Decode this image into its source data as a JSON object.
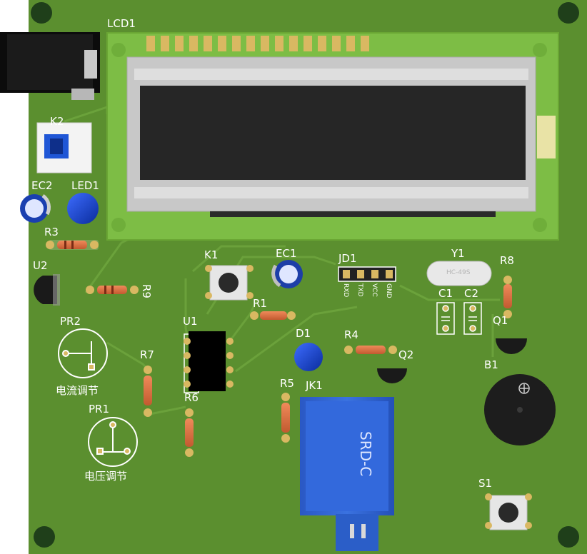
{
  "colors": {
    "board": "#5a8f2e",
    "board_dark": "#4e7f26",
    "trace": "#6aa23a",
    "silk": "#ffffff",
    "lcd_pcb": "#7bbf44",
    "lcd_frame": "#c9c9c9",
    "lcd_glass": "#262626",
    "relay": "#2f62d0",
    "led_blue": "#1a3fc8",
    "ic": "#000000",
    "pin_gold": "#d8b860"
  },
  "labels": {
    "lcd": "LCD1",
    "k2": "K2",
    "ec2": "EC2",
    "led1": "LED1",
    "r3": "R3",
    "u2": "U2",
    "r9": "R9",
    "pr2": "PR2",
    "pr2_cn": "电流调节",
    "pr1": "PR1",
    "pr1_cn": "电压调节",
    "r7": "R7",
    "r6": "R6",
    "u1": "U1",
    "k1": "K1",
    "ec1": "EC1",
    "r1": "R1",
    "jd1": "JD1",
    "jd1_pins": [
      "RXD",
      "TXD",
      "VCC",
      "GND"
    ],
    "y1": "Y1",
    "y1_part": "HC-49S",
    "r8": "R8",
    "c1": "C1",
    "c2": "C2",
    "q1": "Q1",
    "d1": "D1",
    "r4": "R4",
    "q2": "Q2",
    "r5": "R5",
    "jk1": "JK1",
    "relay_text": "SRD-C",
    "b1": "B1",
    "s1": "S1"
  }
}
